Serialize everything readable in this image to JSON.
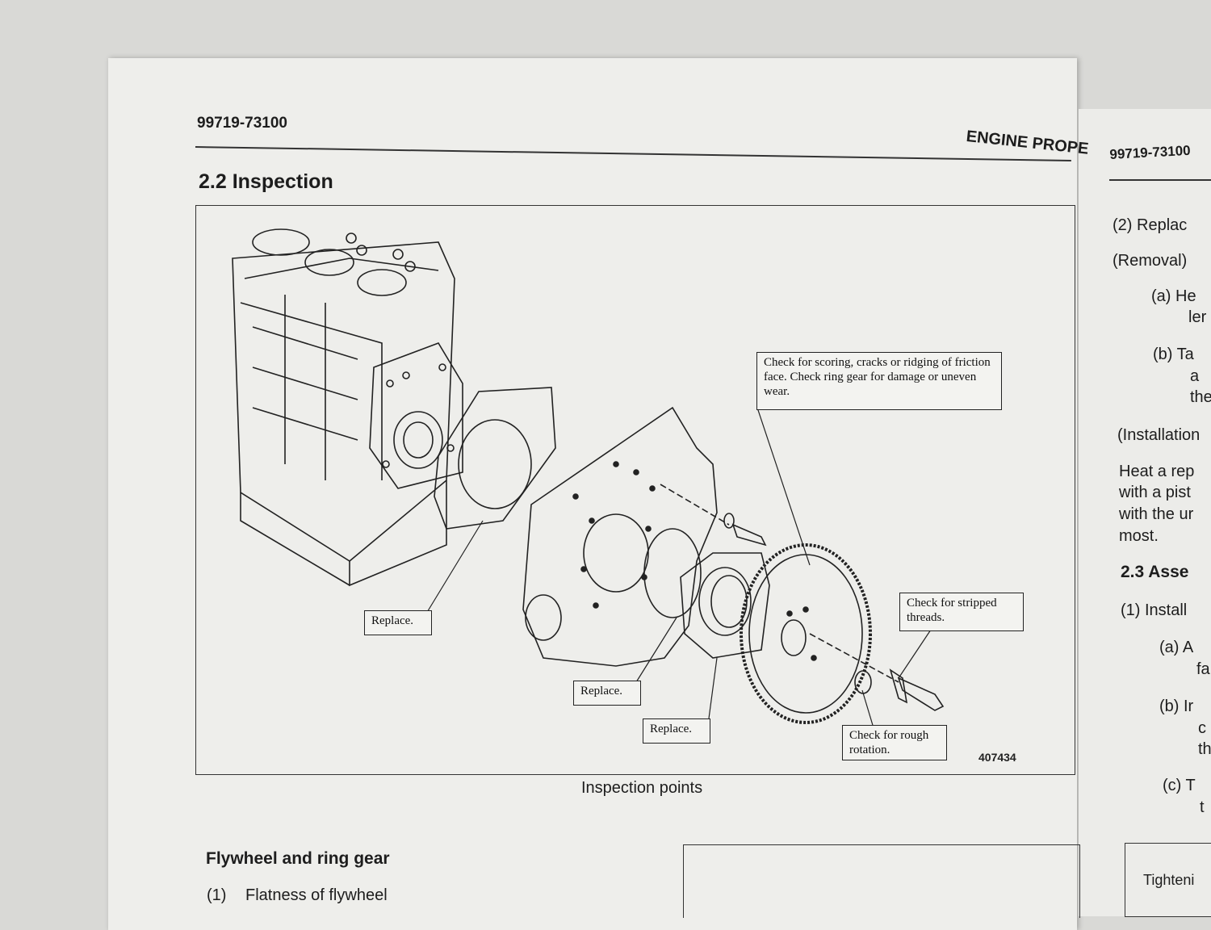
{
  "header": {
    "doc_number": "99719-73100",
    "section_header": "ENGINE PROPE"
  },
  "section": {
    "title": "2.2 Inspection"
  },
  "figure": {
    "callouts": {
      "friction_face": "Check for scoring, cracks or ridging of friction face.  Check ring gear for damage or uneven wear.",
      "threads": "Check for stripped threads.",
      "replace_1": "Replace.",
      "replace_2": "Replace.",
      "replace_3": "Replace.",
      "rotation": "Check for rough rotation."
    },
    "id": "407434",
    "caption": "Inspection points"
  },
  "subsection": {
    "title": "Flywheel and ring gear",
    "items": [
      {
        "num": "(1)",
        "text": "Flatness of flywheel"
      }
    ]
  },
  "right_page": {
    "doc_number": "99719-73100",
    "lines": [
      "(2)  Replac",
      "(Removal)",
      "(a)  He",
      "ler",
      "(b)  Ta",
      "a",
      "the",
      "(Installation",
      "Heat a rep",
      "with a pist",
      "with the ur",
      "most.",
      "2.3 Asse",
      "(1)  Install",
      "(a)  A",
      "fa",
      "(b)  Ir",
      "c",
      "th",
      "(c)  T",
      "t",
      "Tighteni"
    ]
  }
}
